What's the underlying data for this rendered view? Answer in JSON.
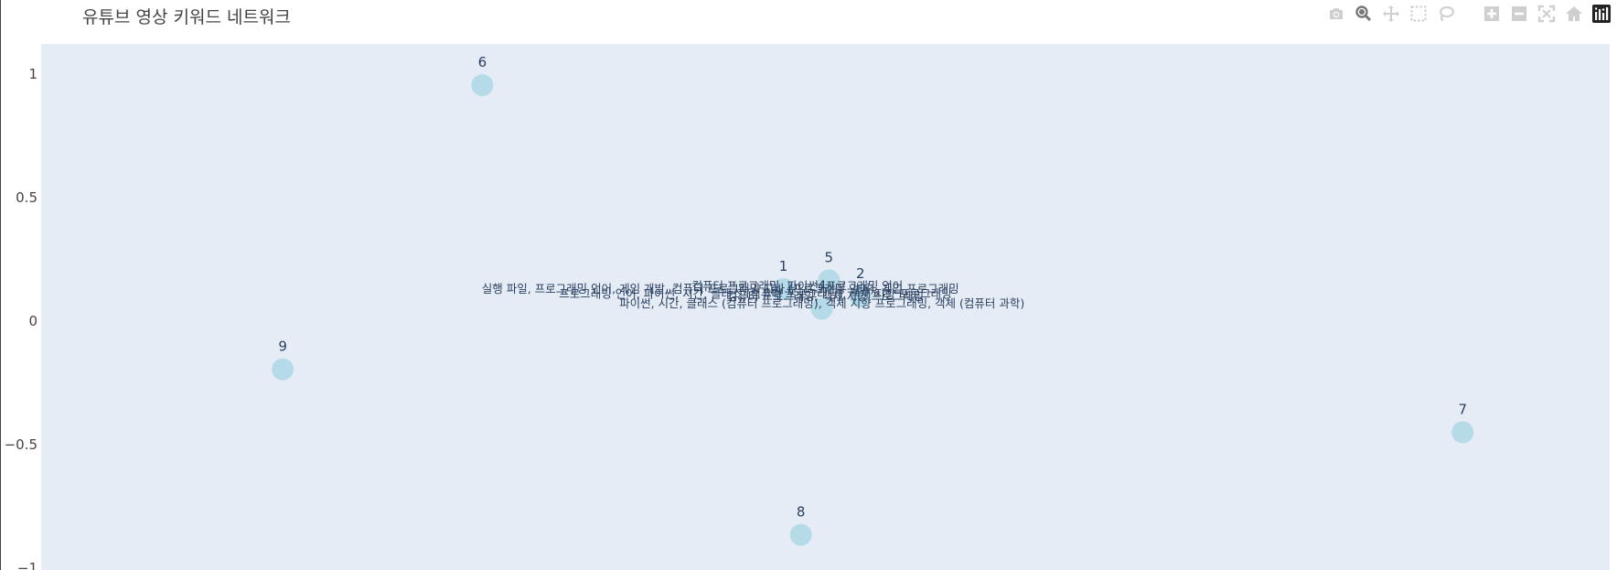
{
  "title": "유튜브 영상 키워드 네트워크",
  "modebar": {
    "buttons": [
      "camera-icon",
      "zoom-icon",
      "pan-icon",
      "box-select-icon",
      "lasso-icon",
      "zoom-in-icon",
      "zoom-out-icon",
      "autoscale-icon",
      "reset-axes-icon",
      "plotly-logo-icon"
    ]
  },
  "colors": {
    "plot_bg": "#e5ecf6",
    "node": "#add8e6",
    "text": "#2a3f5f",
    "axis_text": "#444444"
  },
  "chart_data": {
    "type": "scatter",
    "ylim": [
      -1.0,
      1.12
    ],
    "xlim": [
      -1.12,
      1.12
    ],
    "yticks": [
      1,
      0.5,
      0,
      -0.5,
      -1
    ],
    "ytick_labels": [
      "1",
      "0.5",
      "0",
      "−0.5",
      "−1"
    ],
    "grid": false,
    "nodes": [
      {
        "label": "1",
        "x": -0.06,
        "y": 0.13
      },
      {
        "label": "2",
        "x": 0.05,
        "y": 0.1
      },
      {
        "label": "4",
        "x": -0.005,
        "y": 0.05
      },
      {
        "label": "5",
        "x": 0.005,
        "y": 0.165
      },
      {
        "label": "6",
        "x": -0.49,
        "y": 0.955
      },
      {
        "label": "7",
        "x": 0.91,
        "y": -0.45
      },
      {
        "label": "8",
        "x": -0.035,
        "y": -0.865
      },
      {
        "label": "9",
        "x": -0.775,
        "y": -0.195
      }
    ],
    "edge_labels": [
      {
        "text": "실행 파일, 프로그래밍 언어, 게임 개발, 컴퓨터 프로그래밍 자바 (프로그래밍 언어), 게임 프로그래밍",
        "x": -0.15,
        "y": 0.13
      },
      {
        "text": "컴퓨터 프로그래밍, 파이썬, 프로그래밍 언어",
        "x": -0.04,
        "y": 0.14
      },
      {
        "text": "프로그래밍 언어, 파이썬, 시간, 클래스 (컴퓨터 프로그래밍), 객체 지향 프로그래밍",
        "x": -0.1,
        "y": 0.11
      },
      {
        "text": "파이썬, 시간, 클래스 (컴퓨터 프로그래밍), 객체 지향 프로그래밍, 객체 (컴퓨터 과학)",
        "x": -0.005,
        "y": 0.07
      },
      {
        "text": "컴퓨터 프로그래밍, 객체 지향 프로그래밍",
        "x": 0.0,
        "y": 0.1
      }
    ]
  }
}
